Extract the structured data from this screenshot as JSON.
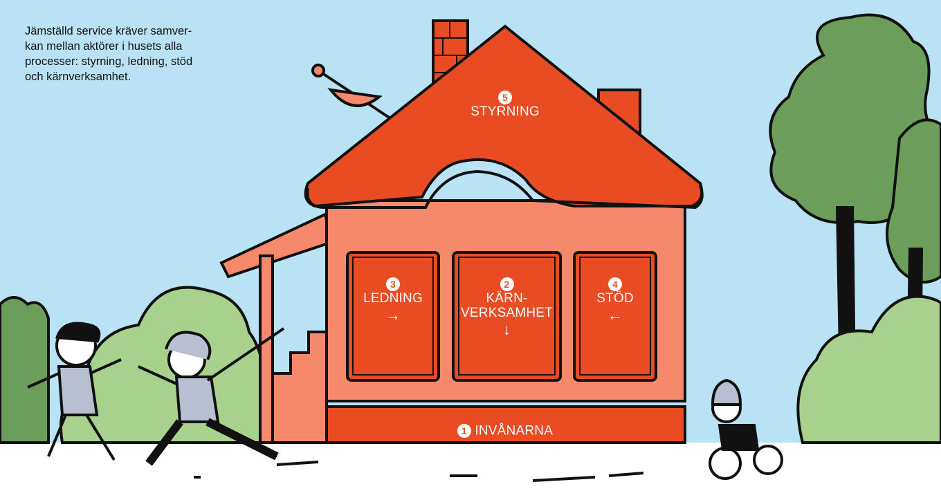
{
  "intro_text": [
    "Jämställd service kräver samver-",
    "kan mellan aktörer i husets alla",
    "processer: styrning, ledning, stöd",
    "och kärnverksamhet."
  ],
  "sections": {
    "styrning": {
      "number": "5",
      "label": "STYRNING"
    },
    "ledning": {
      "number": "3",
      "label": "LEDNING",
      "arrow": "→"
    },
    "karnverksamhet": {
      "number": "2",
      "label_line1": "KÄRN-",
      "label_line2": "VERKSAMHET",
      "arrow": "↓"
    },
    "stod": {
      "number": "4",
      "label": "STÖD",
      "arrow": "←"
    },
    "invanarna": {
      "number": "1",
      "label": "INVÅNARNA"
    }
  },
  "colors": {
    "sky": "#b9e2f5",
    "roof": "#e94b22",
    "wall": "#f6896b",
    "panel": "#e94b22",
    "bush": "#a8d18d",
    "tree": "#6b9e5a",
    "ink": "#111111"
  }
}
